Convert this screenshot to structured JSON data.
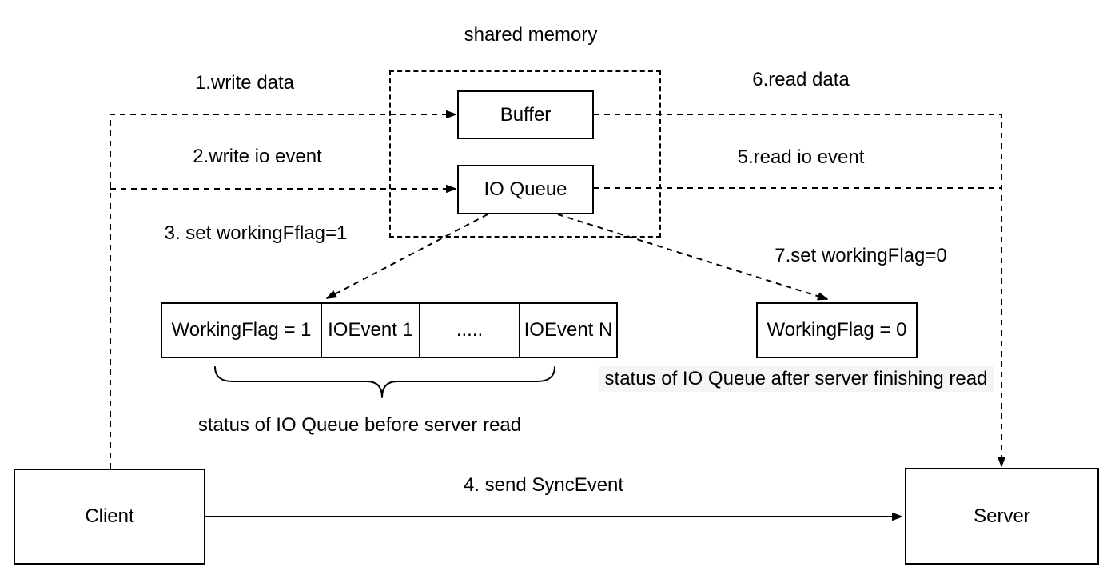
{
  "title": "shared memory",
  "nodes": {
    "buffer": "Buffer",
    "io_queue": "IO Queue",
    "client": "Client",
    "server": "Server",
    "working_flag_after": "WorkingFlag = 0"
  },
  "queue_table": {
    "cells": [
      "WorkingFlag = 1",
      "IOEvent 1",
      ".....",
      "IOEvent N"
    ]
  },
  "edge_labels": {
    "step1": "1.write data",
    "step2": "2.write io event",
    "step3": "3. set workingFflag=1",
    "step4": "4. send SyncEvent",
    "step5": "5.read io event",
    "step6": "6.read data",
    "step7": "7.set workingFlag=0"
  },
  "captions": {
    "before_read": "status of IO Queue before server read",
    "after_read": "status of IO Queue after server finishing read"
  },
  "colors": {
    "line": "#000000",
    "node_fill": "#ffffff",
    "canvas": "#ffffff",
    "after_read_highlight": "#f5f5f5"
  }
}
